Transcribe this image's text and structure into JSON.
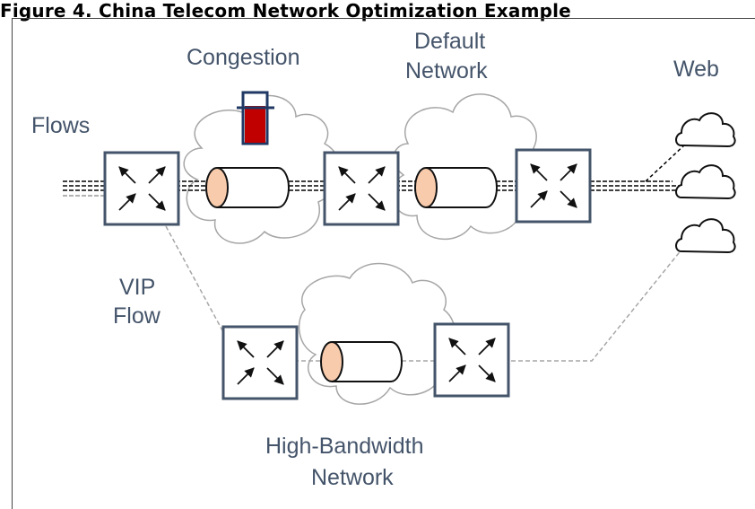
{
  "caption": "Figure 4. China Telecom Network Optimization Example",
  "labels": {
    "congestion": "Congestion",
    "default_network_line1": "Default",
    "default_network_line2": "Network",
    "web": "Web",
    "flows": "Flows",
    "vip_line1": "VIP",
    "vip_line2": "Flow",
    "hbn_line1": "High-Bandwidth",
    "hbn_line2": "Network"
  },
  "colors": {
    "text": "#44546a",
    "router_border": "#44546a",
    "congestion_fill": "#c00000",
    "congestion_border": "#1f3864",
    "pipe_end": "#f8cbad",
    "cloud_stroke": "#a6a6a6"
  }
}
